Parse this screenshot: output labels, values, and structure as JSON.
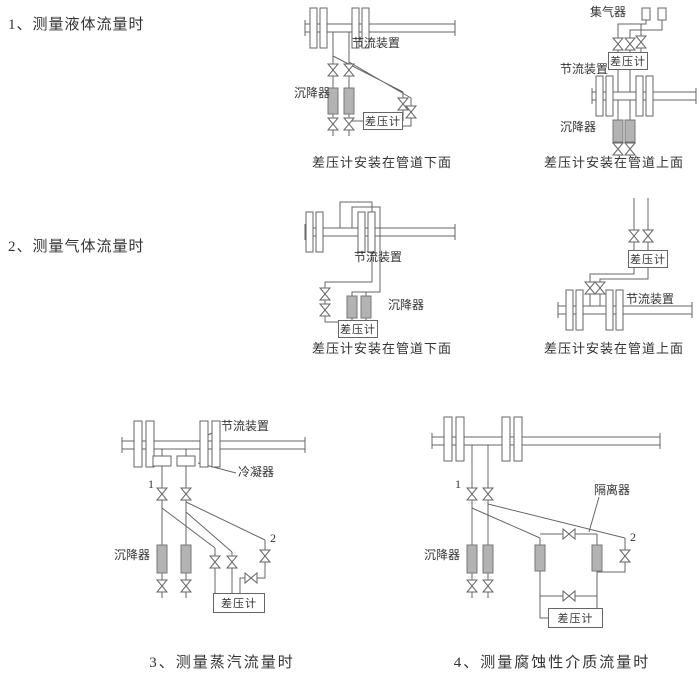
{
  "titles": {
    "t1": "1、测量液体流量时",
    "t2": "2、测量气体流量时",
    "t3": "3、测量蒸汽流量时",
    "t4": "4、测量腐蚀性介质流量时"
  },
  "captions": {
    "dp_below_pipe": "差压计安装在管道下面",
    "dp_above_pipe": "差压计安装在管道上面"
  },
  "labels": {
    "throttle": "节流装置",
    "settler": "沉降器",
    "dp": "差压计",
    "collector": "集气器",
    "condenser": "冷凝器",
    "isolator": "隔离器",
    "p1": "1",
    "p2": "2"
  },
  "colors": {
    "line": "#666666",
    "component_fill": "#b3b3b3",
    "text": "#333333",
    "background": "#ffffff"
  }
}
